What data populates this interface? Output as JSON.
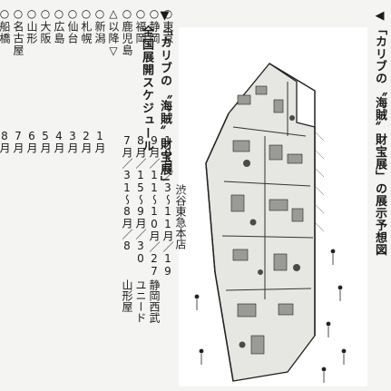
{
  "caption": {
    "triangle": "◀",
    "text": "「カリブの〝海賊〟財宝展」の展示予想図"
  },
  "schedule": {
    "triangle": "▼",
    "title_line1": "「カリブの〝海賊〟財宝展」",
    "title_line2": "全国展開スケジュール",
    "cities": [
      {
        "city": "○東京",
        "dates": "10月／3〜11月／19",
        "venue": "渋谷東急本店"
      },
      {
        "city": "○静岡",
        "dates": "9月／11〜10月／27",
        "venue": "静岡西武"
      },
      {
        "city": "○福岡",
        "dates": "8月／15〜9月／30",
        "venue": "ユニード"
      },
      {
        "city": "○鹿児島",
        "dates": "7月／31〜8月／8",
        "venue": "山形屋"
      },
      {
        "city": "△以降▽",
        "dates": "",
        "venue": ""
      },
      {
        "city": "○新潟",
        "dates": "1月",
        "venue": ""
      },
      {
        "city": "○札幌",
        "dates": "2月",
        "venue": ""
      },
      {
        "city": "○仙台",
        "dates": "3月",
        "venue": ""
      },
      {
        "city": "○広島",
        "dates": "4月",
        "venue": ""
      },
      {
        "city": "○大阪",
        "dates": "5月",
        "venue": ""
      },
      {
        "city": "○山形",
        "dates": "6月",
        "venue": ""
      },
      {
        "city": "○名古屋",
        "dates": "7月",
        "venue": ""
      },
      {
        "city": "○船橋",
        "dates": "8月",
        "venue": ""
      }
    ]
  }
}
